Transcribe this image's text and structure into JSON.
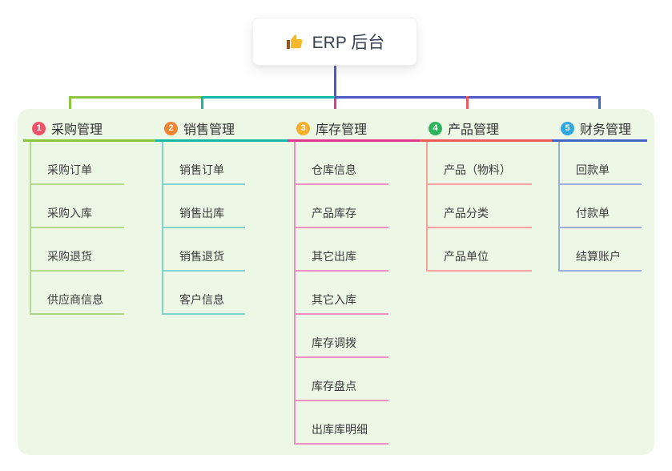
{
  "page": {
    "background": "#ffffff",
    "panel_bg": "#ecf7e6"
  },
  "root": {
    "label": "ERP 后台",
    "icon": "thumbs-up-icon",
    "connector_color": "#4d5ac6"
  },
  "branches": [
    {
      "badge": "1",
      "label": "采购管理",
      "badge_color": "#ef5369",
      "line_color": "#8cc63f",
      "child_line_color": "#b3da8b",
      "children": [
        "采购订单",
        "采购入库",
        "采购退货",
        "供应商信息"
      ]
    },
    {
      "badge": "2",
      "label": "销售管理",
      "badge_color": "#ef8534",
      "line_color": "#15b8a6",
      "child_line_color": "#82d3c9",
      "children": [
        "销售订单",
        "销售出库",
        "销售退货",
        "客户信息"
      ]
    },
    {
      "badge": "3",
      "label": "库存管理",
      "badge_color": "#f6ae2d",
      "line_color": "#e0398e",
      "child_line_color": "#ee8fc2",
      "children": [
        "仓库信息",
        "产品库存",
        "其它出库",
        "其它入库",
        "库存调拨",
        "库存盘点",
        "出库库明细"
      ]
    },
    {
      "badge": "4",
      "label": "产品管理",
      "badge_color": "#2db45e",
      "line_color": "#f15b5b",
      "child_line_color": "#f9a1a1",
      "children": [
        "产品（物料）",
        "产品分类",
        "产品单位"
      ]
    },
    {
      "badge": "5",
      "label": "财务管理",
      "badge_color": "#2fa7e0",
      "line_color": "#4466c9",
      "child_line_color": "#9aabde",
      "children": [
        "回款单",
        "付款单",
        "结算账户"
      ]
    }
  ]
}
